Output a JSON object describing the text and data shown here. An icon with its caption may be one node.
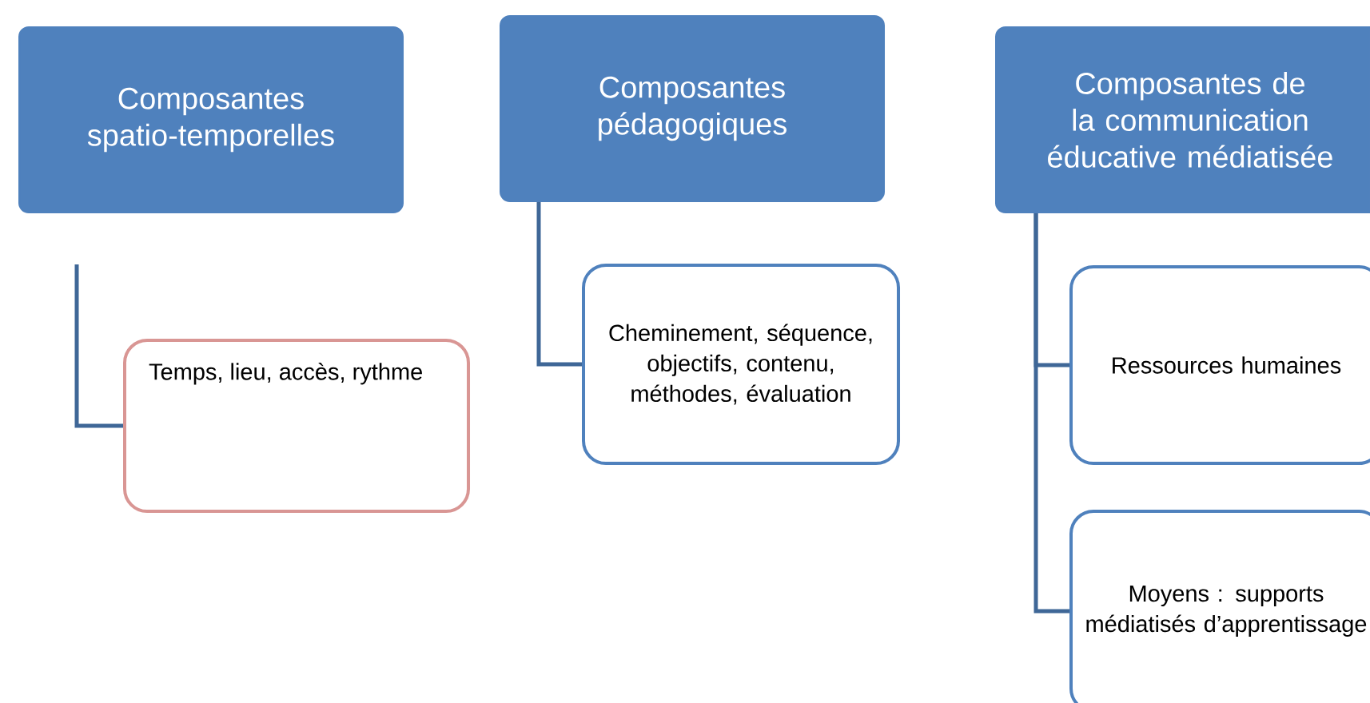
{
  "diagram": {
    "nodes": [
      {
        "text": [
          "Composantes spatio-temporelles"
        ]
      },
      {
        "text": [
          "Temps, lieu, accès, rythme"
        ]
      },
      {
        "text": [
          "Composantes pédagogiques"
        ]
      },
      {
        "text": [
          "Cheminement, séquence, objectifs, contenu, méthodes, évaluation"
        ]
      },
      {
        "text": [
          "Composantes de la communication éducative médiatisée"
        ]
      },
      {
        "text": [
          "Ressources humaines"
        ]
      },
      {
        "text": [
          "Moyens : supports médiatisés d’apprentissage"
        ]
      }
    ],
    "edges": [
      {
        "from": 0,
        "to": 1,
        "arrow": "none"
      },
      {
        "from": 2,
        "to": 3,
        "arrow": "none"
      },
      {
        "from": 4,
        "to": 5,
        "arrow": "none"
      },
      {
        "from": 4,
        "to": 6,
        "arrow": "none"
      }
    ]
  }
}
